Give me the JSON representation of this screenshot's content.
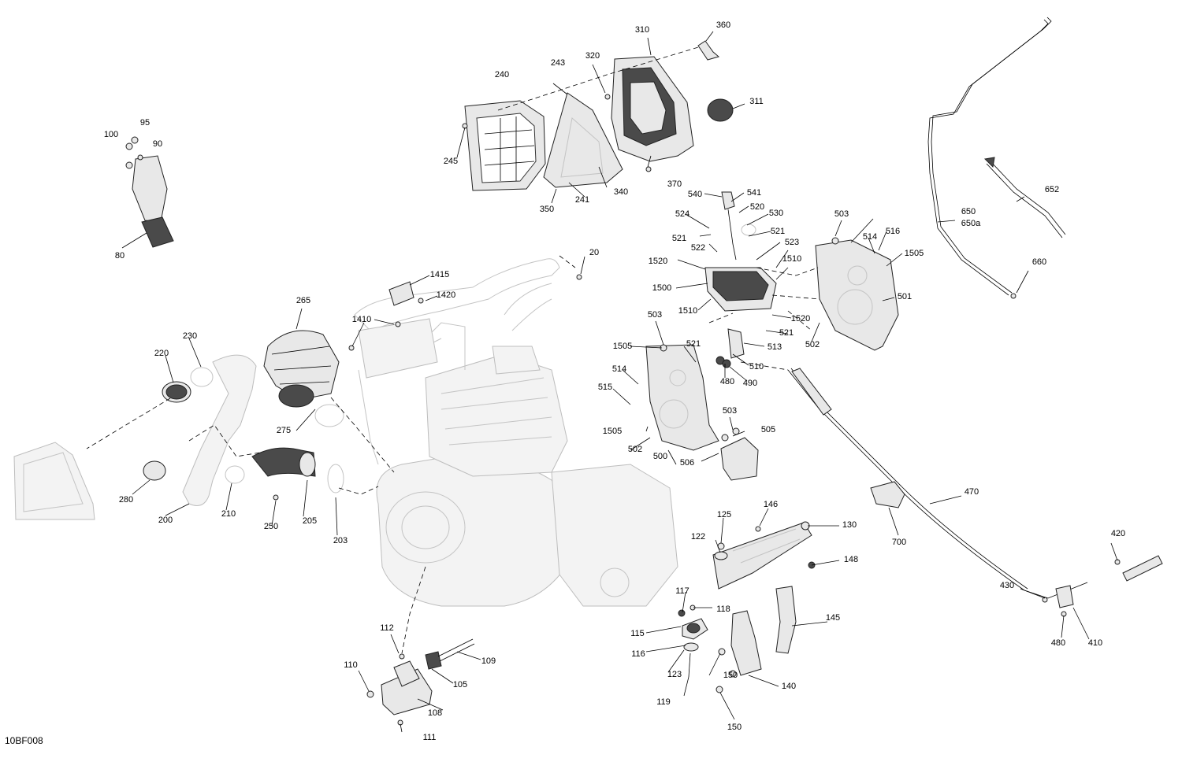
{
  "figure_id": "10BF008",
  "labels": [
    "20",
    "80",
    "90",
    "95",
    "100",
    "105",
    "108",
    "109",
    "110",
    "111",
    "112",
    "115",
    "116",
    "117",
    "118",
    "119",
    "122",
    "123",
    "125",
    "130",
    "140",
    "145",
    "146",
    "148",
    "150",
    "150",
    "200",
    "203",
    "205",
    "210",
    "220",
    "230",
    "240",
    "241",
    "243",
    "245",
    "250",
    "265",
    "275",
    "280",
    "310",
    "311",
    "320",
    "340",
    "350",
    "360",
    "370",
    "410",
    "420",
    "430",
    "470",
    "480",
    "480",
    "490",
    "500",
    "501",
    "502",
    "502",
    "503",
    "503",
    "503",
    "505",
    "506",
    "510",
    "513",
    "514",
    "514",
    "515",
    "516",
    "520",
    "521",
    "521",
    "521",
    "521",
    "522",
    "523",
    "524",
    "530",
    "540",
    "541",
    "650",
    "650a",
    "652",
    "660",
    "700",
    "1410",
    "1415",
    "1420",
    "1500",
    "1505",
    "1505",
    "1505",
    "1510",
    "1510",
    "1520",
    "1520"
  ]
}
